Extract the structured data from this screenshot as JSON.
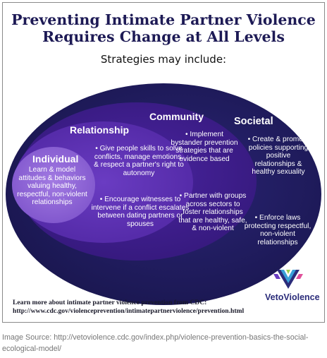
{
  "title_line1": "Preventing Intimate Partner Violence",
  "title_line2": "Requires Change at All Levels",
  "subtitle": "Strategies may include:",
  "levels": {
    "societal": {
      "label": "Societal",
      "items": [
        "• Create & promote policies supporting positive relationships & healthy sexuality",
        "• Enforce laws protecting respectful, non-violent relationships"
      ],
      "color": "#1e1b57"
    },
    "community": {
      "label": "Community",
      "items": [
        "• Implement bystander prevention strategies that are evidence based",
        "• Partner with groups across sectors to foster relationships that are healthy, safe, & non-violent"
      ],
      "color": "#3a1d87"
    },
    "relationship": {
      "label": "Relationship",
      "items": [
        "• Give people skills to solve conflicts, manage emotions, & respect a partner's right to autonomy",
        "• Encourage witnesses to intervene if a conflict escalates between dating partners or spouses"
      ],
      "color": "#5a30b0"
    },
    "individual": {
      "label": "Individual",
      "text": "Learn & model attitudes & behaviors valuing healthy, respectful, non-violent relationships",
      "color": "#8e62d6"
    }
  },
  "logo_text": "VetoViolence",
  "logo_icon": "veto-violence-logo-icon",
  "learn_more_line1": "Learn more about intimate partner violence prevention from CDC:",
  "learn_more_line2": "http://www.cdc.gov/violenceprevention/intimatepartnerviolence/prevention.html",
  "caption": "Image Source: http://vetoviolence.cdc.gov/index.php/violence-prevention-basics-the-social-ecological-model/"
}
